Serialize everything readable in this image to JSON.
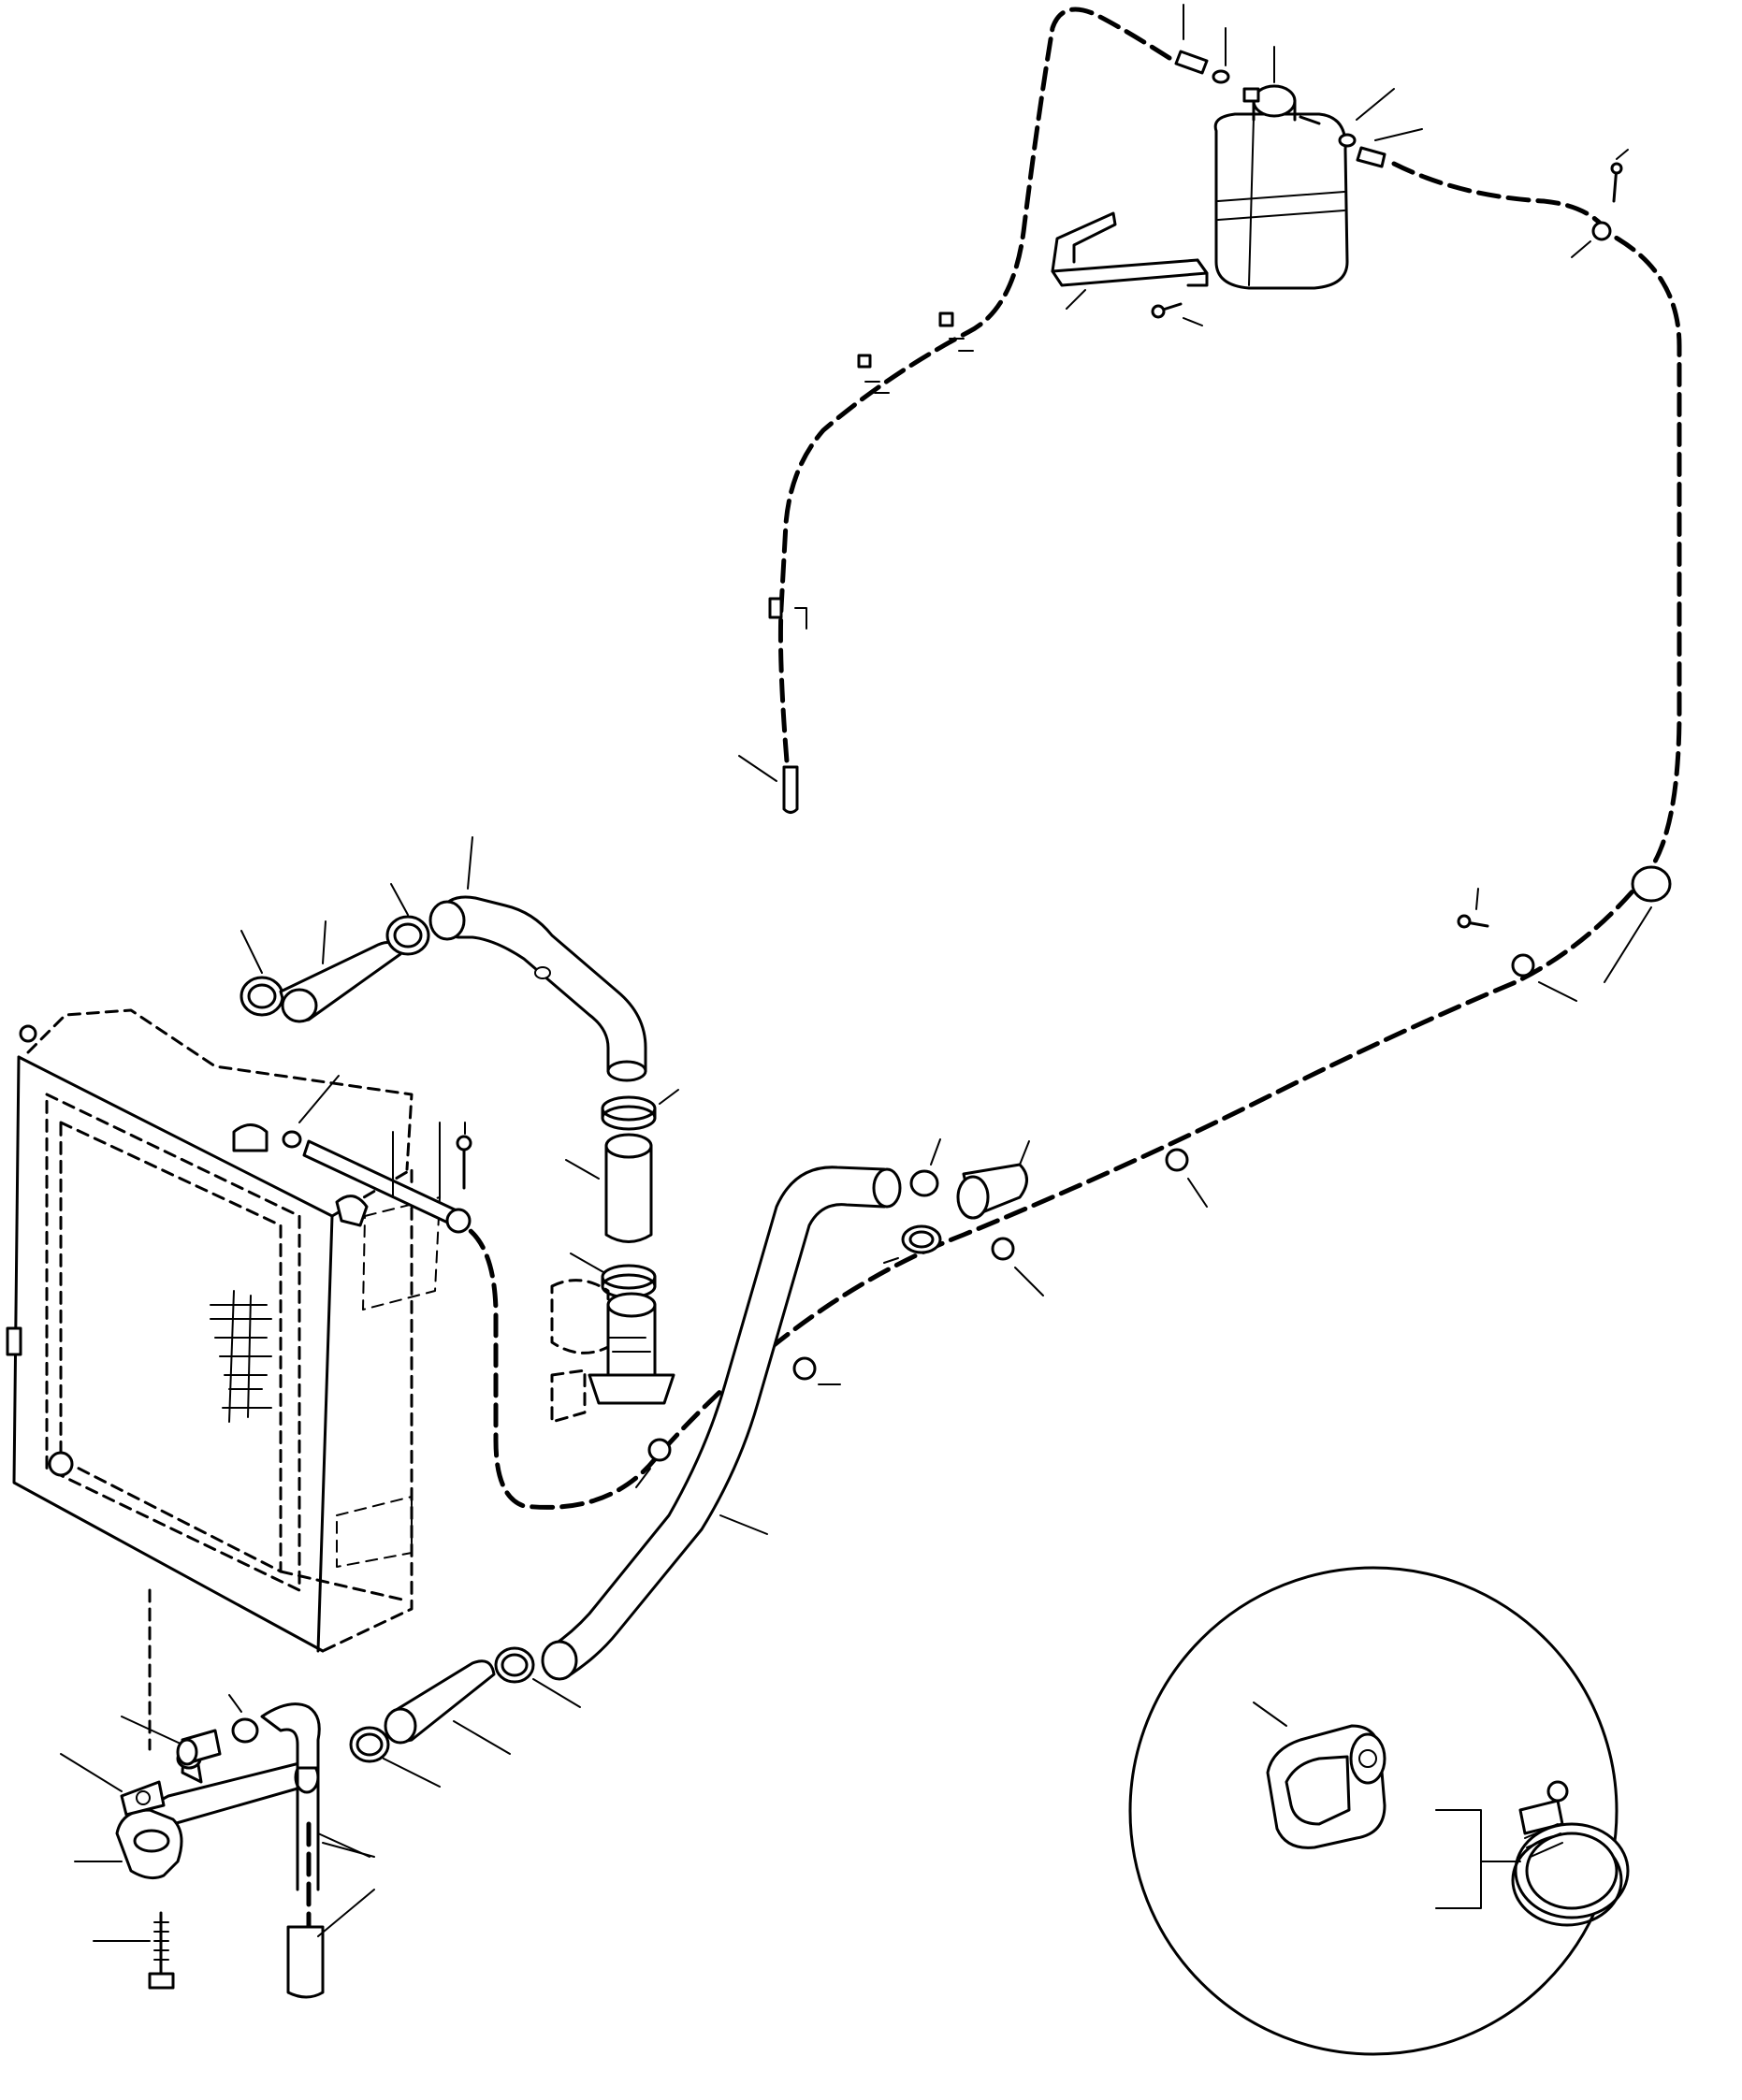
{
  "figure": {
    "background": "#ffffff",
    "ink": "#000000"
  },
  "components": {
    "radiator": "radiator",
    "reservoir": "reservoir-tank",
    "reservoir_bracket": "reservoir-bracket",
    "upper_hose_pipe": "upper-radiator-pipe",
    "lower_hose_pipe": "lower-radiator-pipe",
    "overflow_line": "overflow-hose",
    "water_outlet": "engine-water-outlet",
    "lower_pipe_assembly": "lower-pipe-assembly",
    "detail_inset": "clamp-detail-inset"
  },
  "icons": {
    "p_clip": "p-clip-icon",
    "hose_clamp": "hose-clamp-icon",
    "bolt": "bolt-icon"
  }
}
